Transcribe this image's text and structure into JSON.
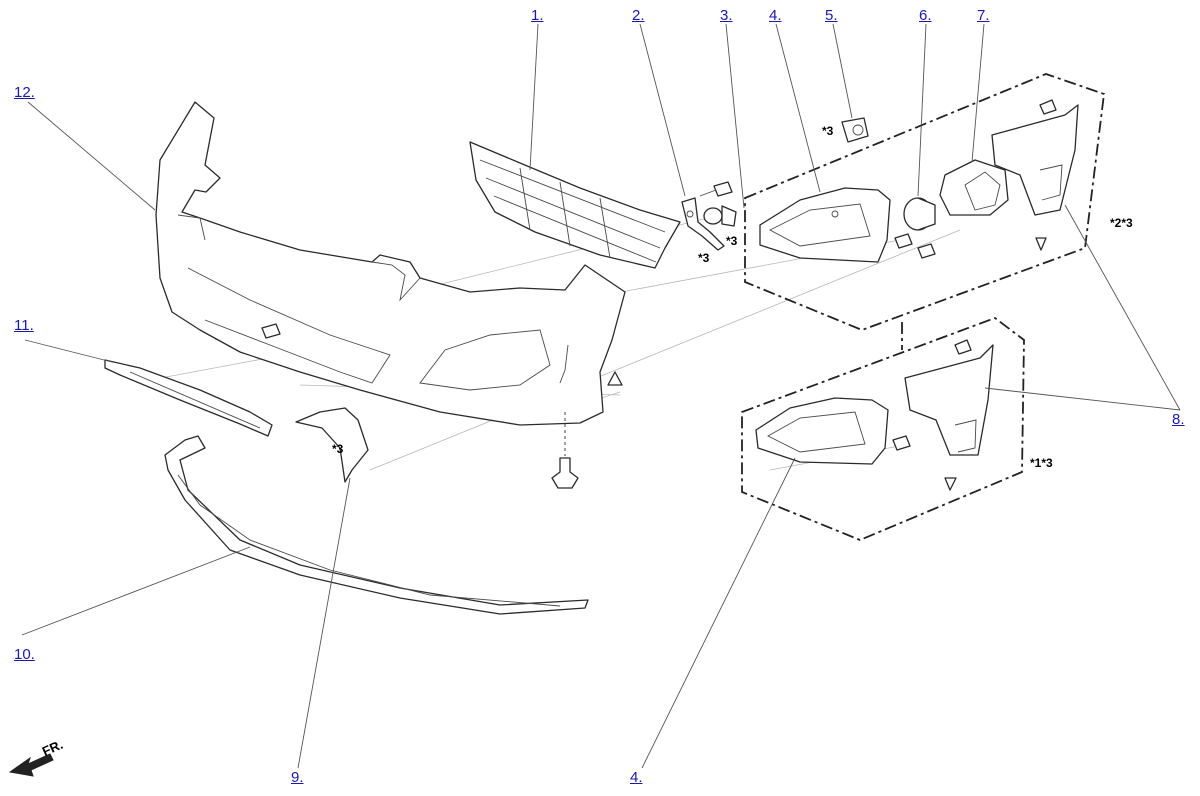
{
  "callouts": {
    "c1": "1.",
    "c2": "2.",
    "c3": "3.",
    "c4a": "4.",
    "c5": "5.",
    "c6": "6.",
    "c7": "7.",
    "c8": "8.",
    "c9": "9.",
    "c10": "10.",
    "c11": "11.",
    "c12": "12.",
    "c4b": "4."
  },
  "notes": {
    "n_star3_part5": "*3",
    "n_star3_part2": "*3",
    "n_star3_part3": "*3",
    "n_star3_part9": "*3",
    "n_group_upper": "*2*3",
    "n_group_lower": "*1*3"
  },
  "front_indicator": "FR.",
  "colors": {
    "link": "#1a1aa6",
    "line": "#2b2b2b",
    "leader": "#555555"
  }
}
